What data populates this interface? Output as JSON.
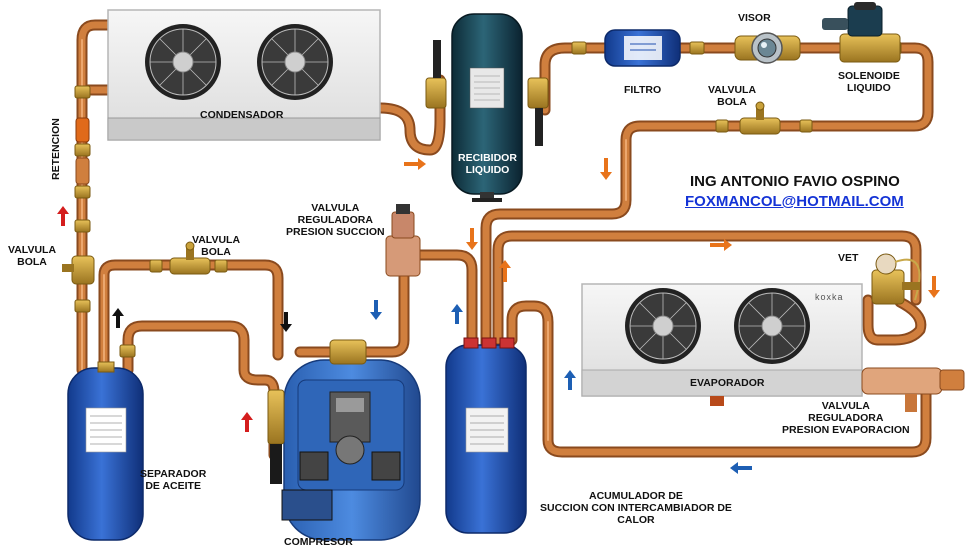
{
  "labels": {
    "condensador": "CONDENSADOR",
    "recibidor": [
      "RECIBIDOR",
      "LIQUIDO"
    ],
    "filtro": "FILTRO",
    "visor": "VISOR",
    "solenoide": [
      "SOLENOIDE",
      "LIQUIDO"
    ],
    "valvula_bola_top": [
      "VALVULA",
      "BOLA"
    ],
    "retencion": "RETENCION",
    "valvula_bola_left": [
      "VALVULA",
      "BOLA"
    ],
    "valvula_bola_mid": [
      "VALVULA",
      "BOLA"
    ],
    "reguladora_succion": [
      "VALVULA",
      "REGULADORA",
      "PRESION SUCCION"
    ],
    "vet": "VET",
    "evaporador": "EVAPORADOR",
    "reguladora_evaporacion": [
      "VALVULA",
      "REGULADORA",
      "PRESION EVAPORACION"
    ],
    "separador": [
      "SEPARADOR",
      "DE ACEITE"
    ],
    "compresor": "COMPRESOR",
    "acumulador": [
      "ACUMULADOR DE",
      "SUCCION CON INTERCAMBIADOR DE",
      "CALOR"
    ]
  },
  "author": "ING ANTONIO FAVIO OSPINO",
  "email": "FOXMANCOL@HOTMAIL.COM",
  "brand": "koxka",
  "colors": {
    "copper": "#c8763a",
    "copper_dark": "#8a4a1e",
    "brass": "#c9a13a",
    "tank_blue": "#1f4fb0",
    "arrow_orange": "#e8731a",
    "arrow_red": "#d41d1d",
    "arrow_blue": "#1d5fb4",
    "arrow_black": "#111111",
    "link_blue": "#1433d6"
  }
}
